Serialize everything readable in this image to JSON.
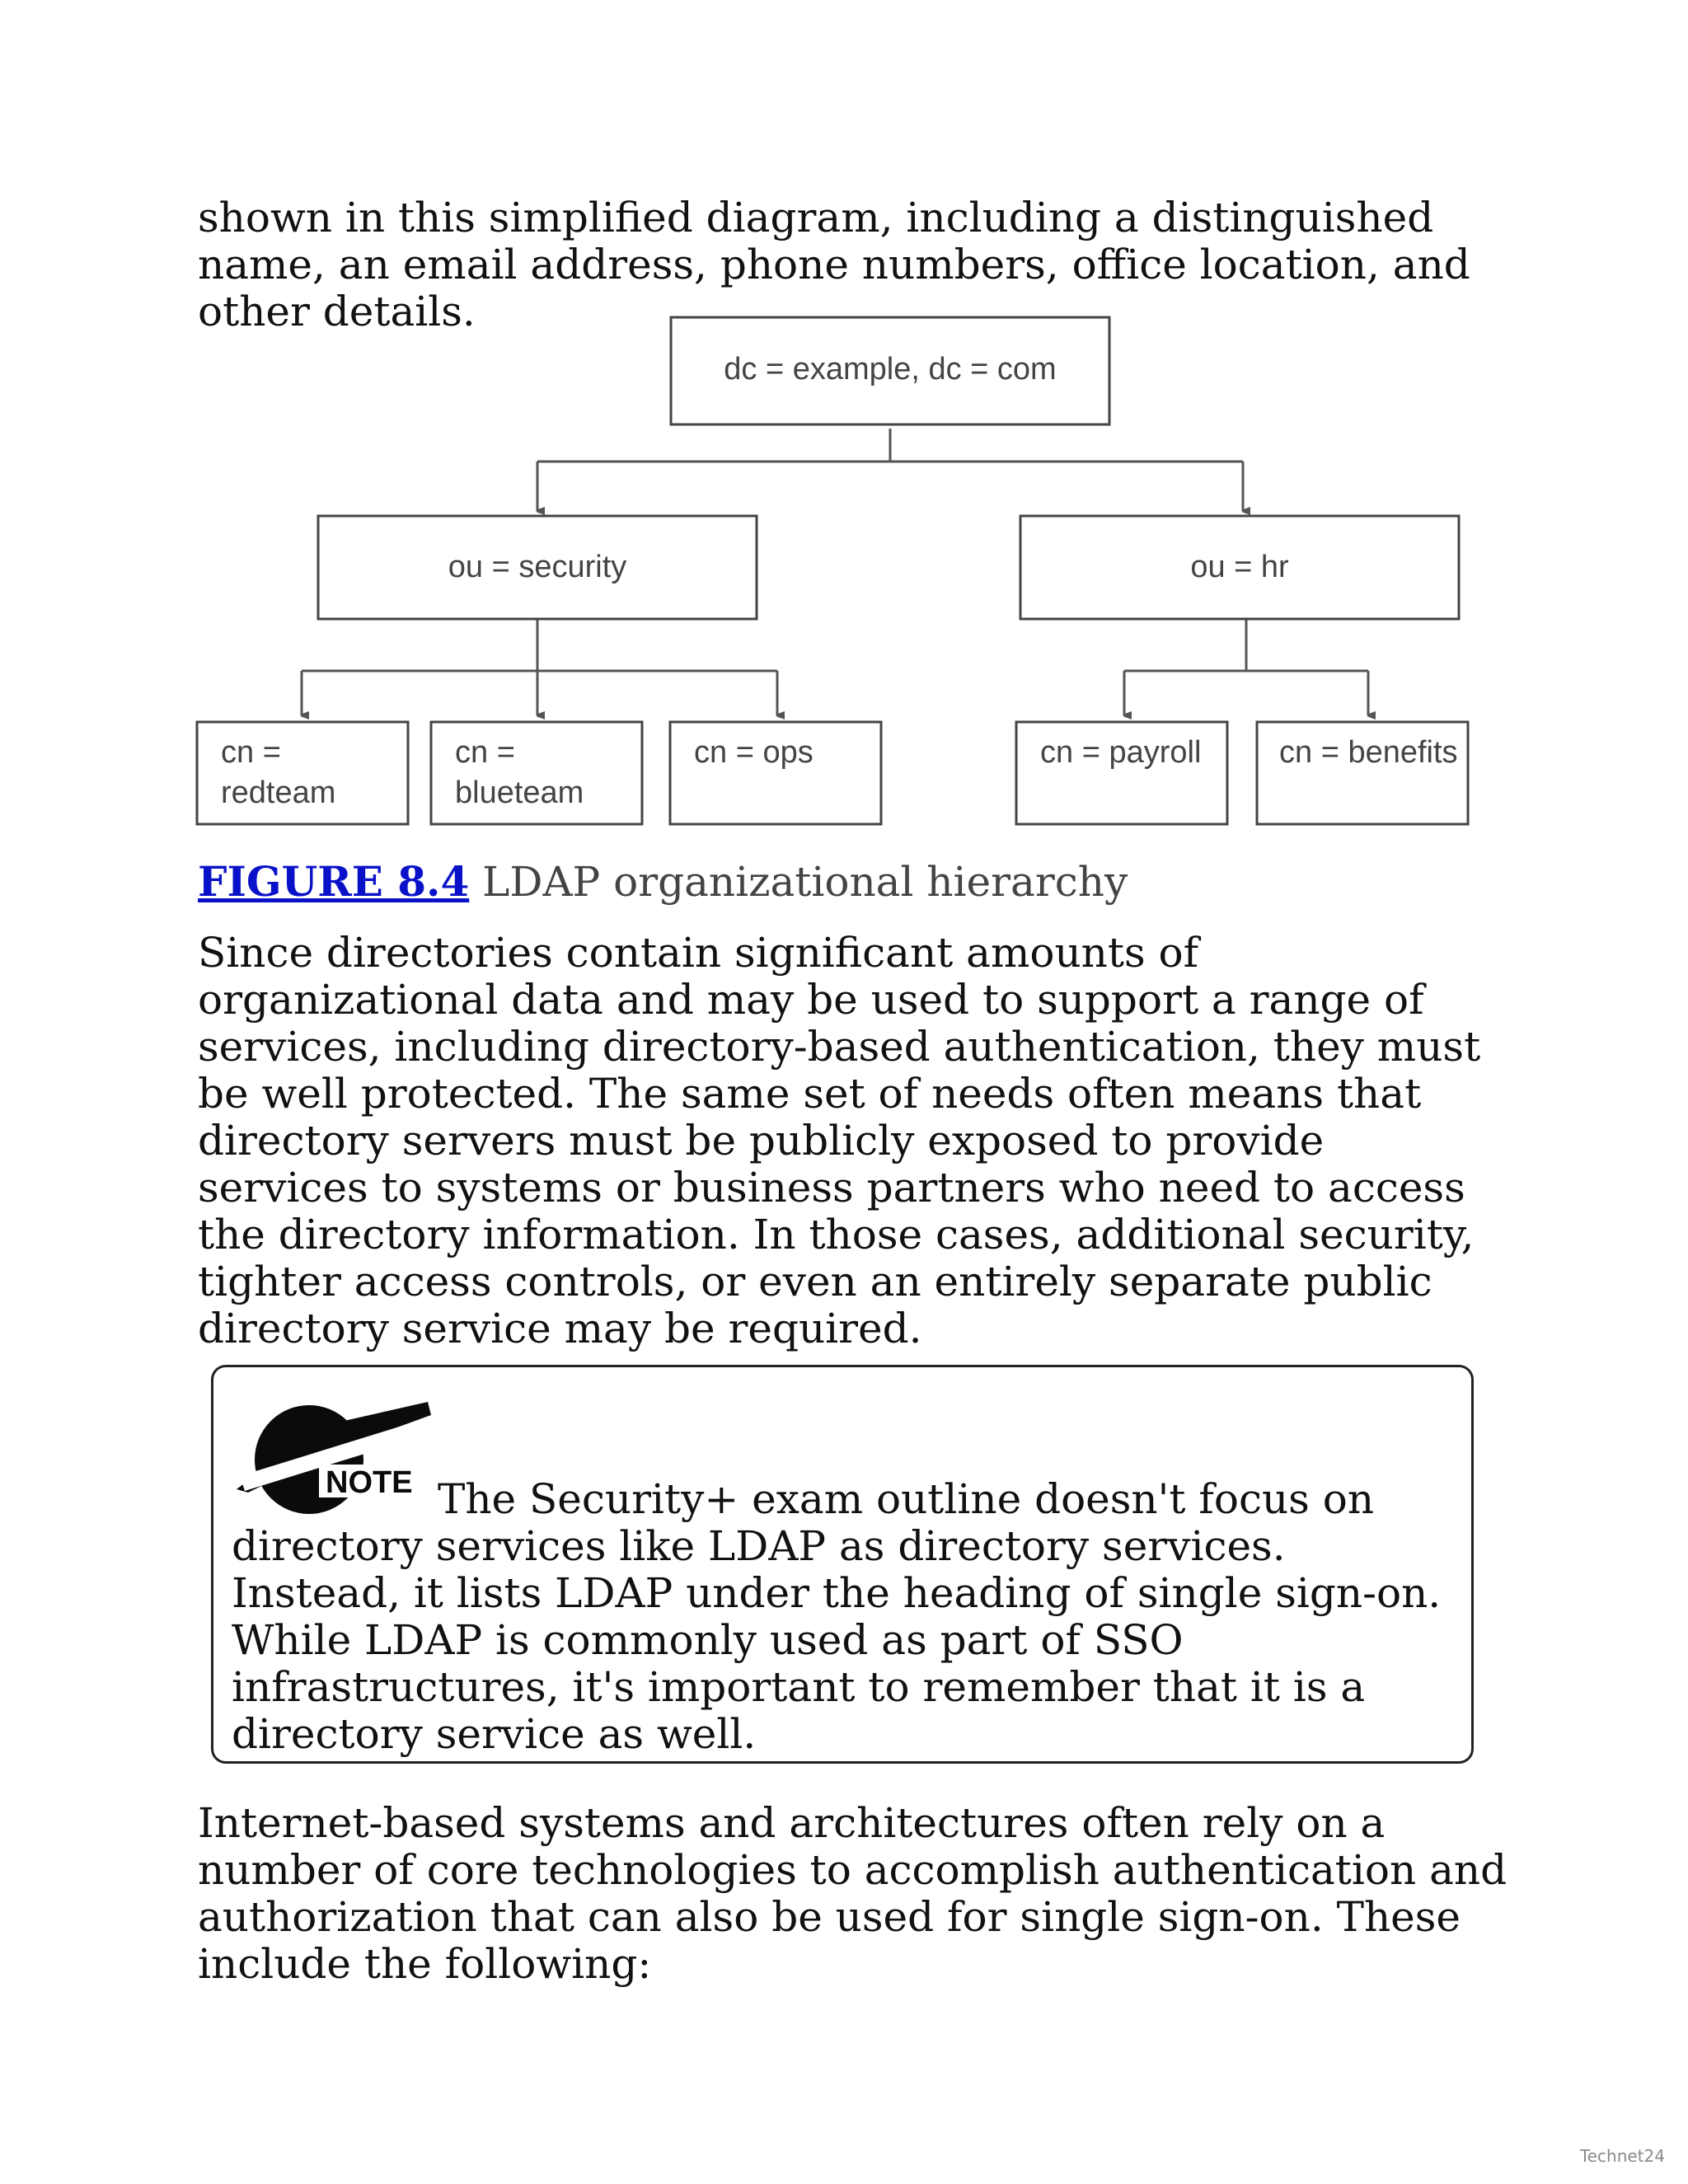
{
  "intro_text": "shown in this simplified diagram, including a distinguished name, an email address, phone numbers, office location, and other details.",
  "diagram": {
    "root": "dc = example, dc = com",
    "ou_security": "ou = security",
    "ou_hr": "ou = hr",
    "cn_redteam": [
      "cn =",
      "redteam"
    ],
    "cn_blueteam": [
      "cn =",
      "blueteam"
    ],
    "cn_ops": "cn = ops",
    "cn_payroll": "cn = payroll",
    "cn_benefits": "cn = benefits"
  },
  "figure": {
    "link_label": "FIGURE 8.4",
    "caption": "LDAP organizational hierarchy"
  },
  "body_para_1": "Since directories contain significant amounts of organizational data and may be used to support a range of services, including directory-based authentication, they must be well protected. The same set of needs often means that directory servers must be publicly exposed to provide services to systems or business partners who need to access the directory information. In those cases, additional security, tighter access controls, or even an entirely separate public directory service may be required.",
  "note": {
    "icon_label": "NOTE",
    "text": "The Security+ exam outline doesn't focus on directory services like LDAP as directory services. Instead, it lists LDAP under the heading of single sign-on. While LDAP is commonly used as part of SSO infrastructures, it's important to remember that it is a directory service as well."
  },
  "body_para_2": "Internet-based systems and architectures often rely on a number of core technologies to accomplish authentication and authorization that can also be used for single sign-on. These include the following:",
  "watermark": "Technet24"
}
